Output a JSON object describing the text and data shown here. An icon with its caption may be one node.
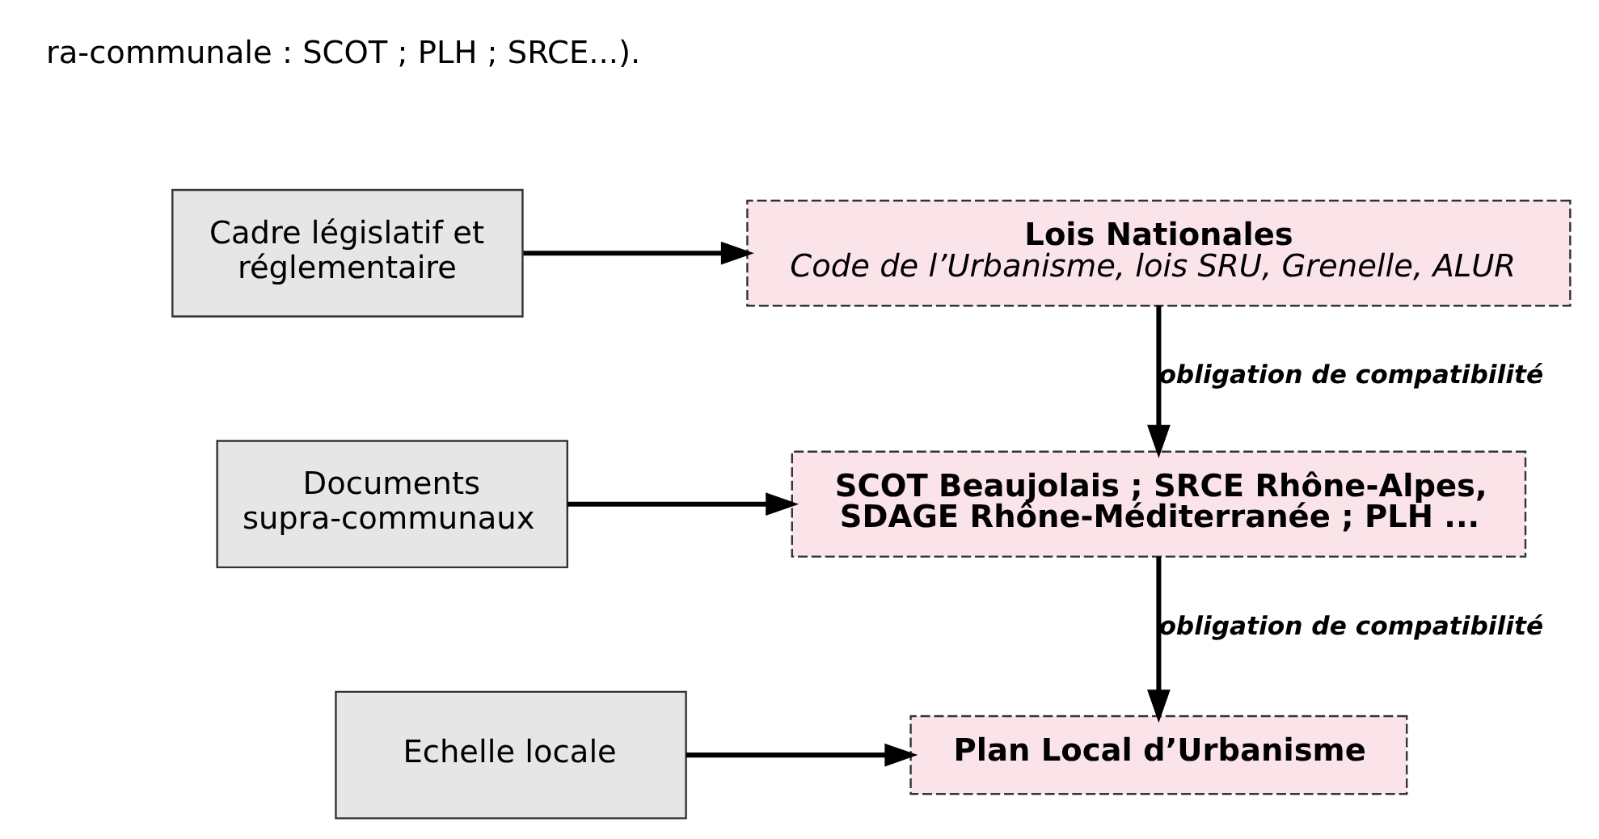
{
  "diagram": {
    "nodes": [
      {
        "text": [
          "Cadre législatif et réglementaire"
        ]
      },
      {
        "text": [
          "Lois Nationales",
          "Code de l’Urbanisme, lois SRU, Grenelle, ALUR"
        ]
      },
      {
        "text": [
          "Documents supra-communaux"
        ]
      },
      {
        "text": [
          "SCOT Beaujolais ; SRCE Rhône-Alpes, SDAGE Rhône-Méditerranée ; PLH ..."
        ]
      },
      {
        "text": [
          "Echelle locale"
        ]
      },
      {
        "text": [
          "Plan Local d’Urbanisme"
        ]
      }
    ],
    "edges": [
      {
        "from": 0,
        "to": 1,
        "arrow": "to"
      },
      {
        "from": 1,
        "to": 3,
        "arrow": "to",
        "label": "obligation de compatibilité"
      },
      {
        "from": 2,
        "to": 3,
        "arrow": "to"
      },
      {
        "from": 3,
        "to": 5,
        "arrow": "to",
        "label": "obligation de compatibilité"
      },
      {
        "from": 4,
        "to": 5,
        "arrow": "to"
      }
    ],
    "labels": [
      "ra-communale : SCOT ; PLH ; SRCE...)."
    ]
  }
}
